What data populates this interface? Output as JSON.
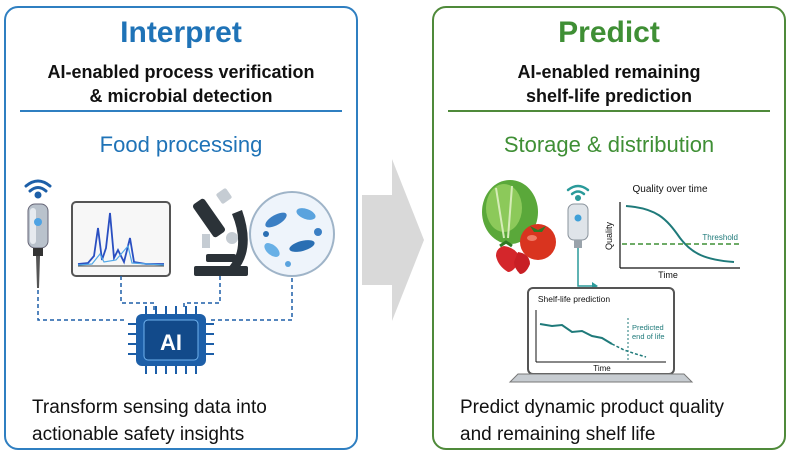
{
  "left": {
    "title": "Interpret",
    "subtitle_line1": "AI-enabled process verification",
    "subtitle_line2": "& microbial detection",
    "section": "Food processing",
    "chip_label": "AI",
    "caption_line1": "Transform sensing data into",
    "caption_line2": "actionable safety insights"
  },
  "right": {
    "title": "Predict",
    "subtitle_line1": "AI-enabled remaining",
    "subtitle_line2": "shelf-life prediction",
    "section": "Storage & distribution",
    "quality_chart": {
      "title": "Quality over time",
      "ylabel": "Quality",
      "xlabel": "Time",
      "threshold_label": "Threshold"
    },
    "laptop_chart": {
      "title": "Shelf-life prediction",
      "xlabel": "Time",
      "annotation_line1": "Predicted",
      "annotation_line2": "end of life"
    },
    "caption_line1": "Predict dynamic product quality",
    "caption_line2": "and remaining shelf life"
  },
  "colors": {
    "interpret_blue": "#1f73b7",
    "predict_green": "#3f8f35",
    "chip_blue": "#1d5fa8",
    "curve_teal": "#1f7a7a"
  },
  "icons": [
    "wifi-icon",
    "probe-sensor-icon",
    "spectrum-chart-icon",
    "microscope-icon",
    "microbes-icon",
    "ai-chip-icon",
    "lettuce-icon",
    "tomato-icon",
    "strawberry-icon",
    "laptop-icon",
    "flow-arrow-icon"
  ]
}
